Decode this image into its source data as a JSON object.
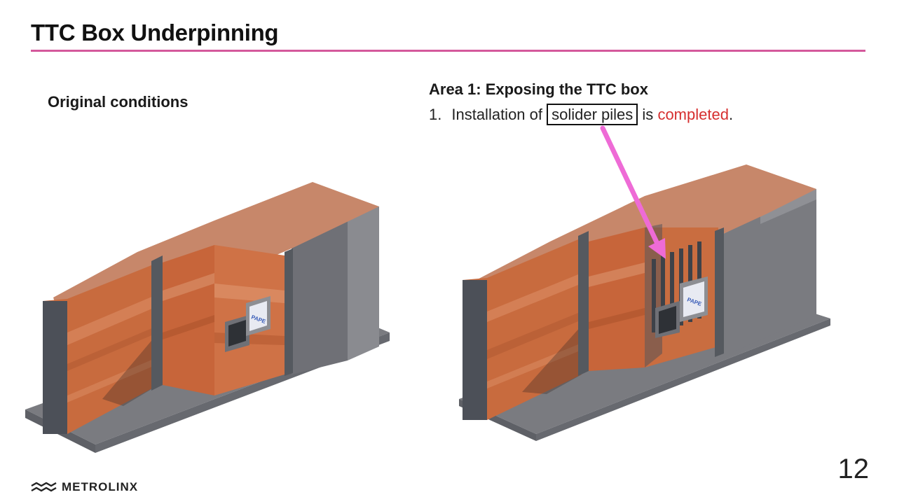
{
  "slide": {
    "title": "TTC Box Underpinning",
    "page_number": "12",
    "accent_color": "#d4589b"
  },
  "left_panel": {
    "caption": "Original conditions",
    "image_icon": "3d-model-render"
  },
  "right_panel": {
    "heading": "Area 1: Exposing the TTC box",
    "item_number": "1.",
    "item_prefix": "Installation of",
    "item_boxed": "solider piles",
    "item_middle": "is",
    "item_status": "completed",
    "item_end": ".",
    "status_color": "#d62f2f",
    "image_icon": "3d-model-render"
  },
  "footer": {
    "logo_text": "METROLINX",
    "logo_icon": "metrolinx-wave-icon"
  },
  "renders": {
    "station_label": "PAPE"
  }
}
